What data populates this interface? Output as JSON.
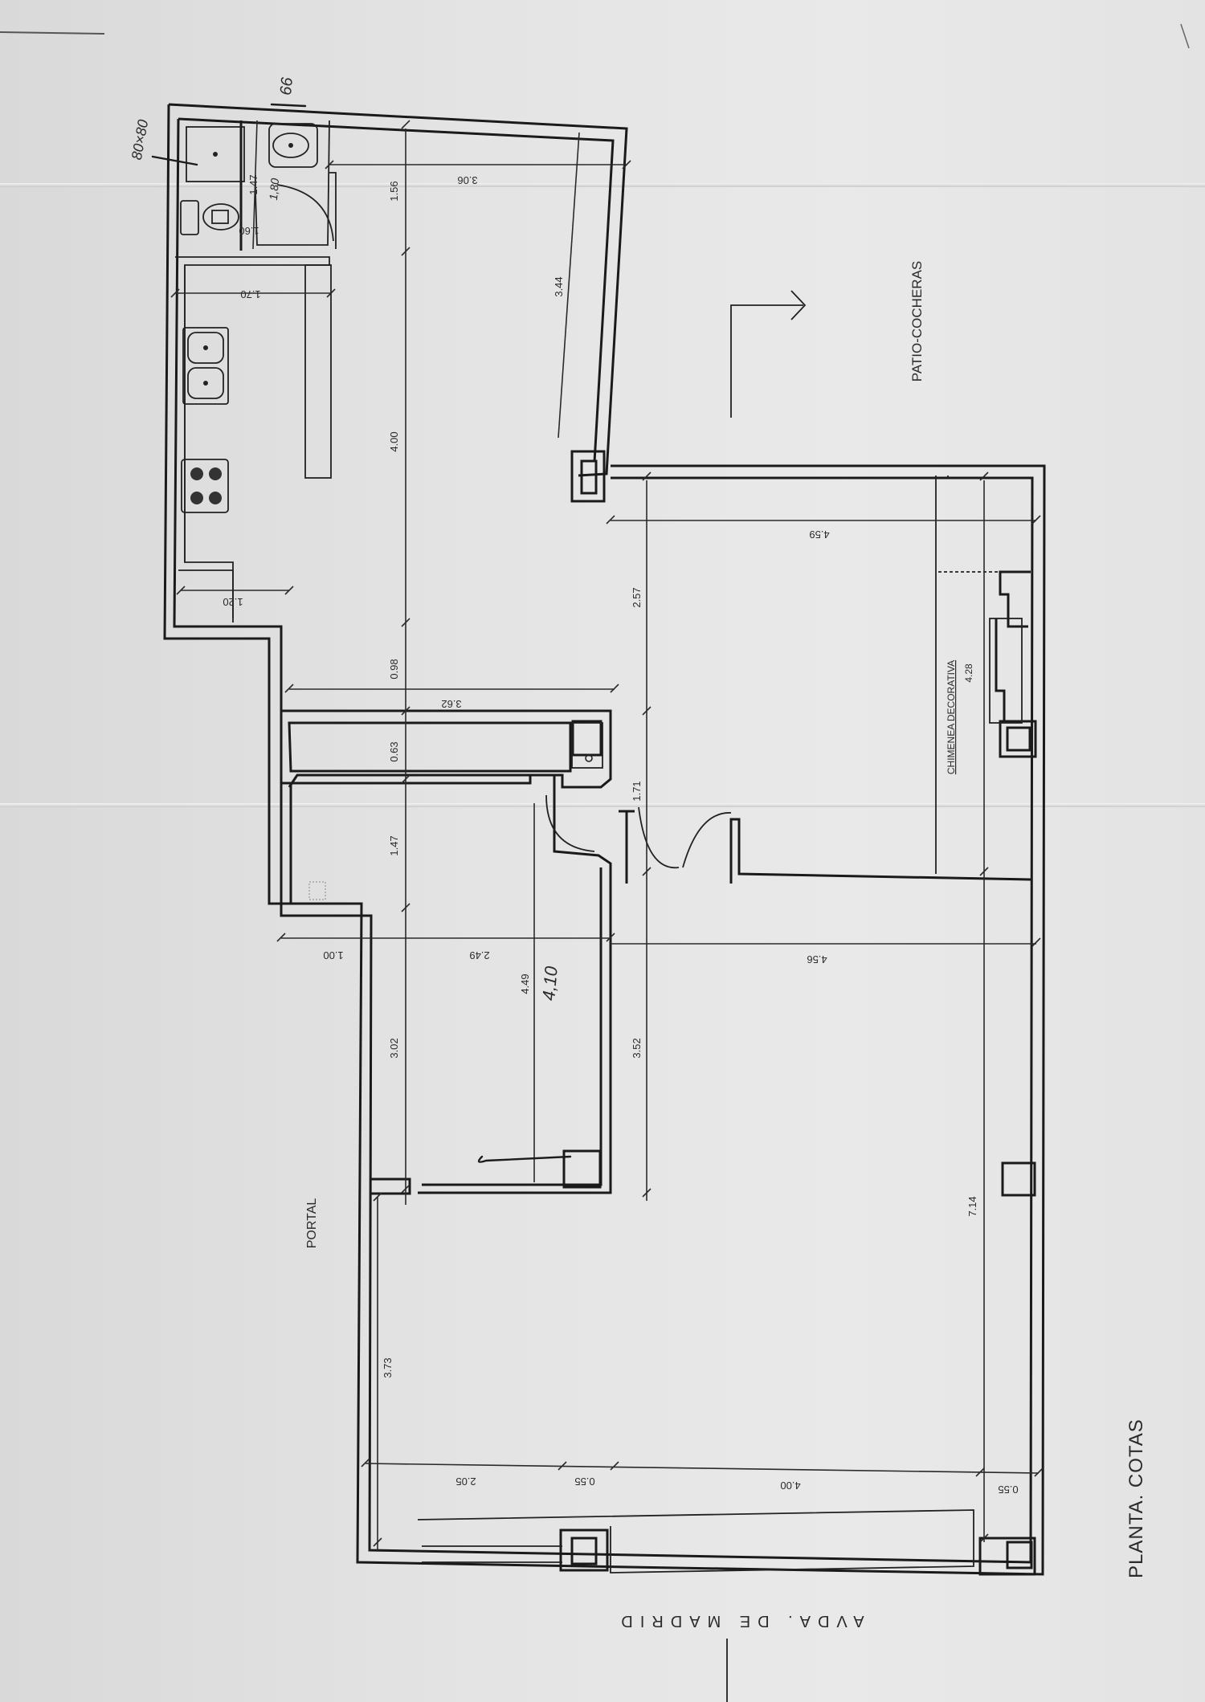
{
  "plan": {
    "title": "PLANTA. COTAS",
    "street": "AVDA. DE MADRID",
    "portal": "PORTAL",
    "patio": "PATIO-COCHERAS",
    "fireplace": "CHIMENEA DECORATIVA",
    "handwritten": {
      "shower": "80×80",
      "sink": "66",
      "bath_width": "1,80",
      "corridor": "4,10"
    },
    "dimensions": {
      "d_306": "3.06",
      "d_156": "1.56",
      "d_147_bath": "1.47",
      "d_160": "1.60",
      "d_170": "1.70",
      "d_344": "3.44",
      "d_400": "4.00",
      "d_120": "1.20",
      "d_459": "4.59",
      "d_257": "2.57",
      "d_428": "4.28",
      "d_098": "0.98",
      "d_362": "3.62",
      "d_063": "0.63",
      "d_171": "1.71",
      "d_147_room": "1.47",
      "d_100": "1.00",
      "d_249": "2.49",
      "d_456": "4.56",
      "d_449": "4.49",
      "d_302": "3.02",
      "d_352": "3.52",
      "d_714": "7.14",
      "d_373": "3.73",
      "d_205": "2.05",
      "d_055a": "0.55",
      "d_400b": "4.00",
      "d_055b": "0.55"
    }
  }
}
